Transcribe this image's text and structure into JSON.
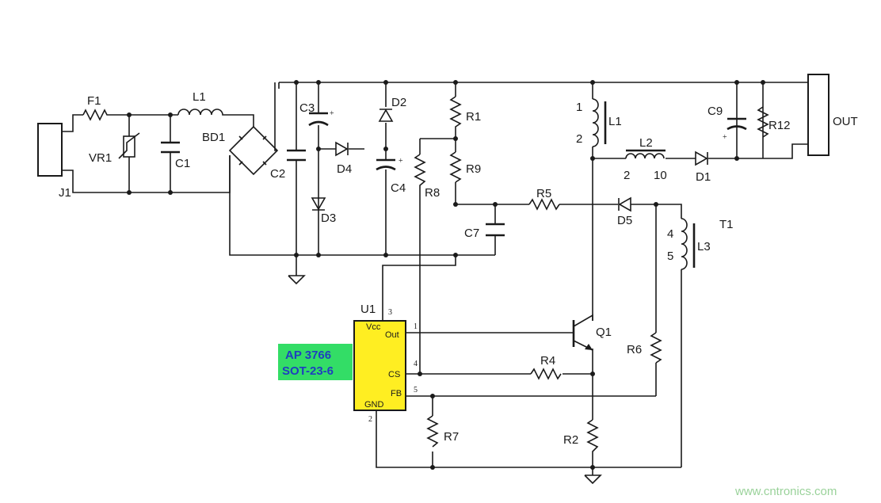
{
  "schematic": {
    "components": {
      "F1": "F1",
      "L1_in": "L1",
      "VR1": "VR1",
      "C1": "C1",
      "J1": "J1",
      "BD1": "BD1",
      "C2": "C2",
      "C3": "C3",
      "D2": "D2",
      "D4": "D4",
      "D3": "D3",
      "C4": "C4",
      "R1": "R1",
      "R9": "R9",
      "R8": "R8",
      "C7": "C7",
      "R5": "R5",
      "D5": "D5",
      "L1_tx": "L1",
      "L2": "L2",
      "D1": "D1",
      "C9": "C9",
      "R12": "R12",
      "OUT": "OUT",
      "T1": "T1",
      "L3": "L3",
      "Q1": "Q1",
      "R6": "R6",
      "R4": "R4",
      "R7": "R7",
      "R2": "R2",
      "U1": "U1"
    },
    "pins": {
      "l1_1": "1",
      "l1_2": "2",
      "l2_2": "2",
      "l2_10": "10",
      "l3_4": "4",
      "l3_5": "5",
      "u1_3": "3",
      "u1_1": "1",
      "u1_4": "4",
      "u1_5": "5",
      "u1_2": "2"
    },
    "ic_pins": {
      "vcc": "Vcc",
      "out": "Out",
      "cs": "CS",
      "fb": "FB",
      "gnd": "GND"
    },
    "chip_label": {
      "line1": "AP 3766",
      "line2": "SOT-23-6",
      "bg_color": "#33dd66"
    },
    "ic_fill_color": "#ffee22",
    "watermark": "www.cntronics.com"
  }
}
